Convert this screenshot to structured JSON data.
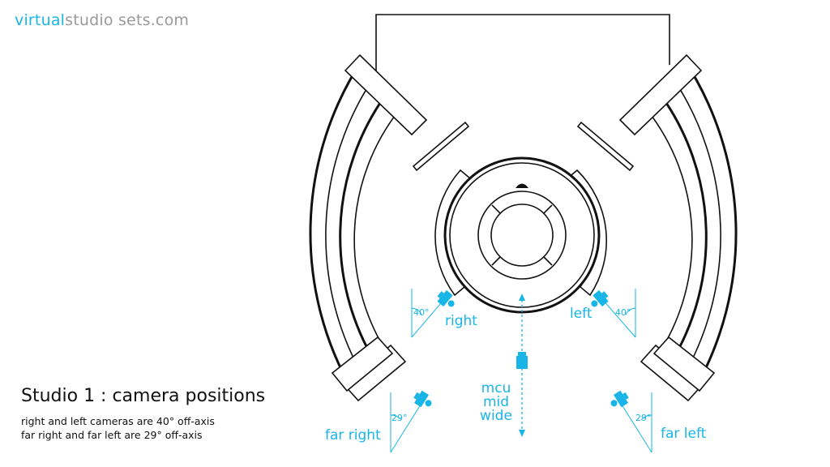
{
  "brand": {
    "accent": "virtual",
    "rest": "studio sets.com"
  },
  "caption": {
    "title": "Studio 1 : camera positions",
    "line1": "right and left cameras are 40° off-axis",
    "line2": "far right and far left are 29° off-axis"
  },
  "cameras": {
    "right": {
      "label": "right",
      "angle": "40°"
    },
    "left": {
      "label": "left",
      "angle": "40°"
    },
    "far_right": {
      "label": "far right",
      "angle": "29°"
    },
    "far_left": {
      "label": "far left",
      "angle": "29°"
    },
    "center": {
      "line1": "mcu",
      "line2": "mid",
      "line3": "wide"
    }
  },
  "colors": {
    "accent": "#19b5e6",
    "line": "#111111",
    "brand_gray": "#9a9a9a"
  }
}
